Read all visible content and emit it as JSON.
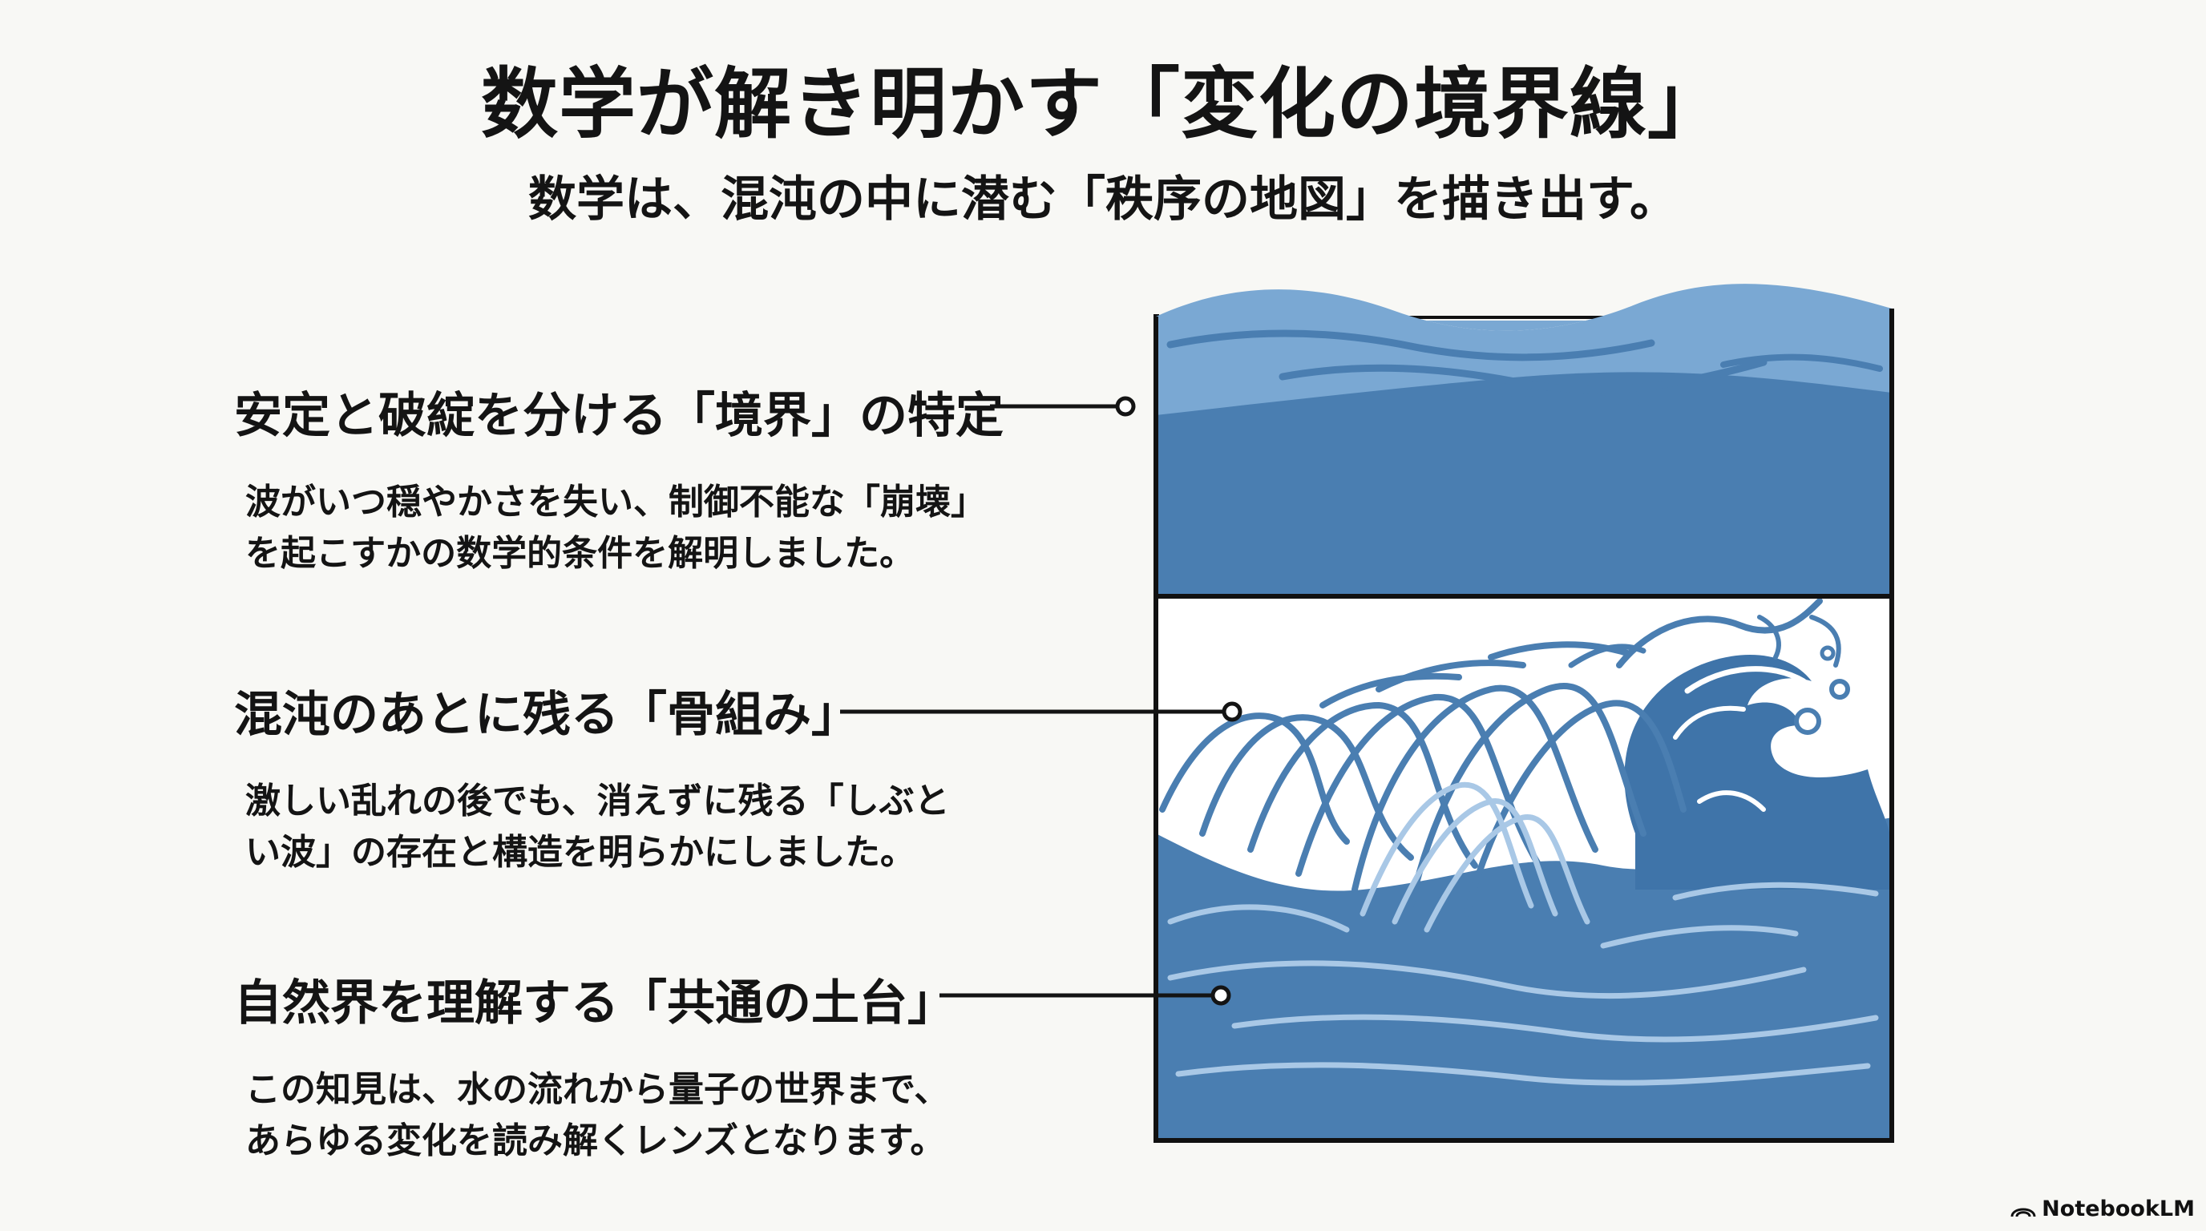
{
  "title": "数学が解き明かす「変化の境界線」",
  "subtitle": "数学は、混沌の中に潜む「秩序の地図」を描き出す。",
  "sections": [
    {
      "title": "安定と破綻を分ける「境界」の特定",
      "body_lines": [
        "波がいつ穏やかさを失い、制御不能な「崩壊」",
        "を起こすかの数学的条件を解明しました。"
      ]
    },
    {
      "title": "混沌のあとに残る「骨組み」",
      "body_lines": [
        "激しい乱れの後でも、消えずに残る「しぶと",
        "い波」の存在と構造を明らかにしました。"
      ]
    },
    {
      "title": "自然界を理解する「共通の土台」",
      "body_lines": [
        "この知見は、水の流れから量子の世界まで、",
        "あらゆる変化を読み解くレンズとなります。"
      ]
    }
  ],
  "illustration": {
    "panels": [
      "calm-waves",
      "breaking-waves"
    ],
    "colors": {
      "water_dark": "#4a7eb1",
      "water_light": "#79a7d2",
      "line_light": "#a9c8e6",
      "outline": "#111111"
    }
  },
  "watermark": {
    "text": "NotebookLM"
  }
}
